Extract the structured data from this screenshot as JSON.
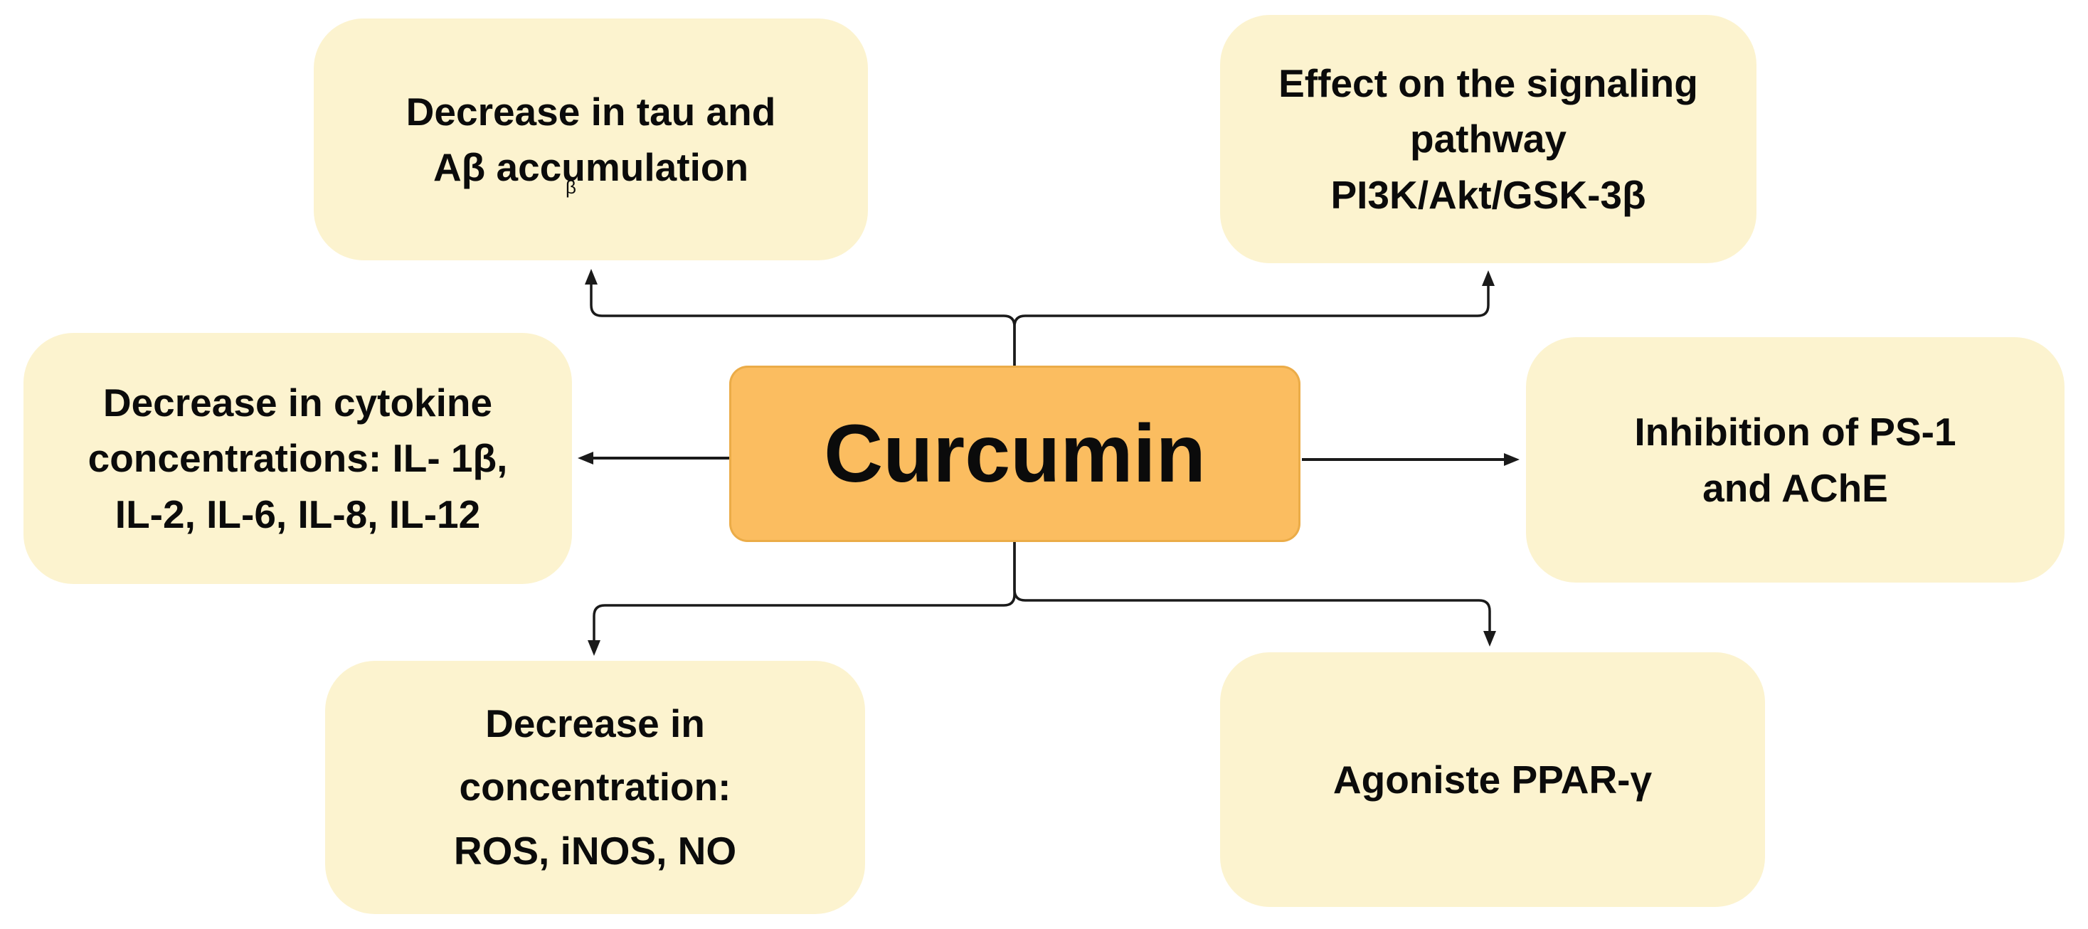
{
  "colors": {
    "background": "#FFFFFF",
    "center_fill": "#FBBD60",
    "node_fill": "#FCF3CF",
    "connector": "#1A1A1A",
    "text": "#0B0B0B"
  },
  "center": {
    "label": "Curcumin"
  },
  "nodes": {
    "top_left": {
      "lines": [
        "Decrease in tau and",
        "Aβ accumulation"
      ]
    },
    "top_right": {
      "lines": [
        "Effect on the signaling",
        "pathway",
        "PI3K/Akt/GSK-3β"
      ]
    },
    "mid_left": {
      "lines": [
        "Decrease in cytokine",
        "concentrations: IL- 1β,",
        "IL-2, IL-6, IL-8, IL-12"
      ]
    },
    "mid_right": {
      "lines": [
        "Inhibition of PS-1",
        "and AChE"
      ]
    },
    "bottom_left": {
      "lines": [
        "Decrease in",
        "concentration:",
        "ROS, iNOS, NO"
      ]
    },
    "bottom_right": {
      "lines": [
        "Agoniste PPAR-γ"
      ]
    }
  },
  "artifacts": {
    "stray_glyph": "β"
  }
}
